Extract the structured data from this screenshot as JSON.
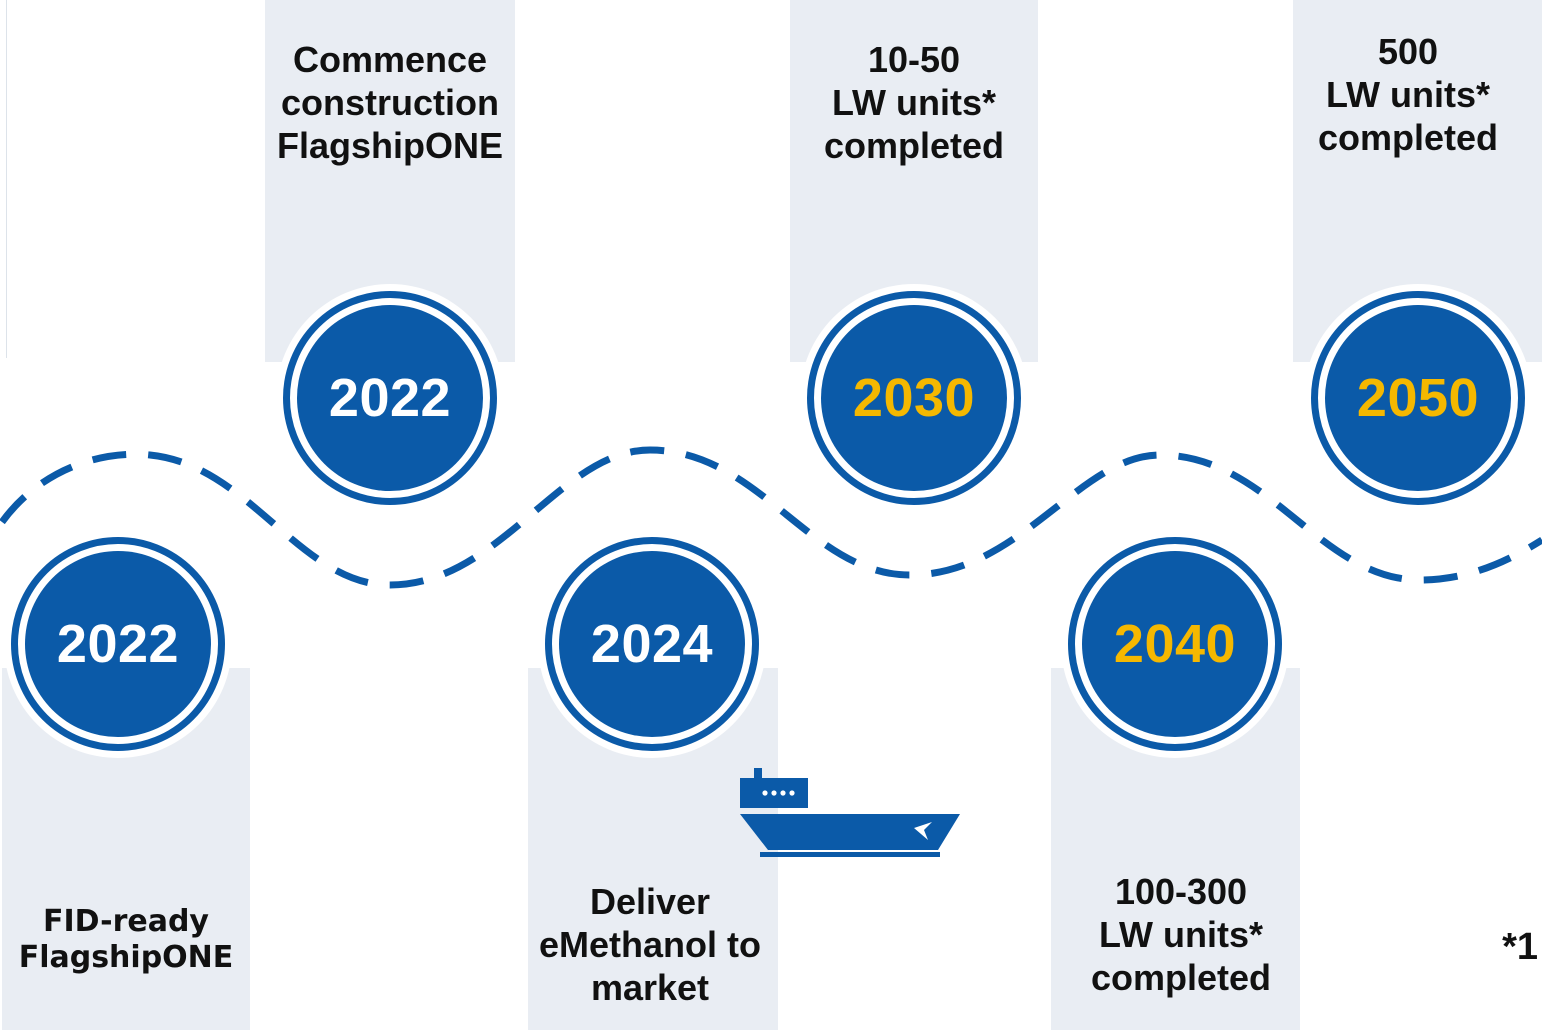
{
  "colors": {
    "circle_blue": "#0b5aa8",
    "year_white": "#ffffff",
    "year_gold": "#f5b800",
    "panel_gray": "#e9edf3",
    "wave_blue": "#0b5aa8"
  },
  "milestones": [
    {
      "year": "2022",
      "year_color": "#ffffff",
      "text": "FID-ready\nFlagshipONE"
    },
    {
      "year": "2022",
      "year_color": "#ffffff",
      "text": "Commence\nconstruction\nFlagshipONE"
    },
    {
      "year": "2024",
      "year_color": "#ffffff",
      "text": "Deliver\neMethanol to\nmarket"
    },
    {
      "year": "2030",
      "year_color": "#f5b800",
      "text": "10-50\nLW units*\ncompleted"
    },
    {
      "year": "2040",
      "year_color": "#f5b800",
      "text": "100-300\nLW units*\ncompleted"
    },
    {
      "year": "2050",
      "year_color": "#f5b800",
      "text": "500\nLW units*\ncompleted"
    }
  ],
  "icons": {
    "ship": "ship-icon"
  },
  "footnote": "*1"
}
